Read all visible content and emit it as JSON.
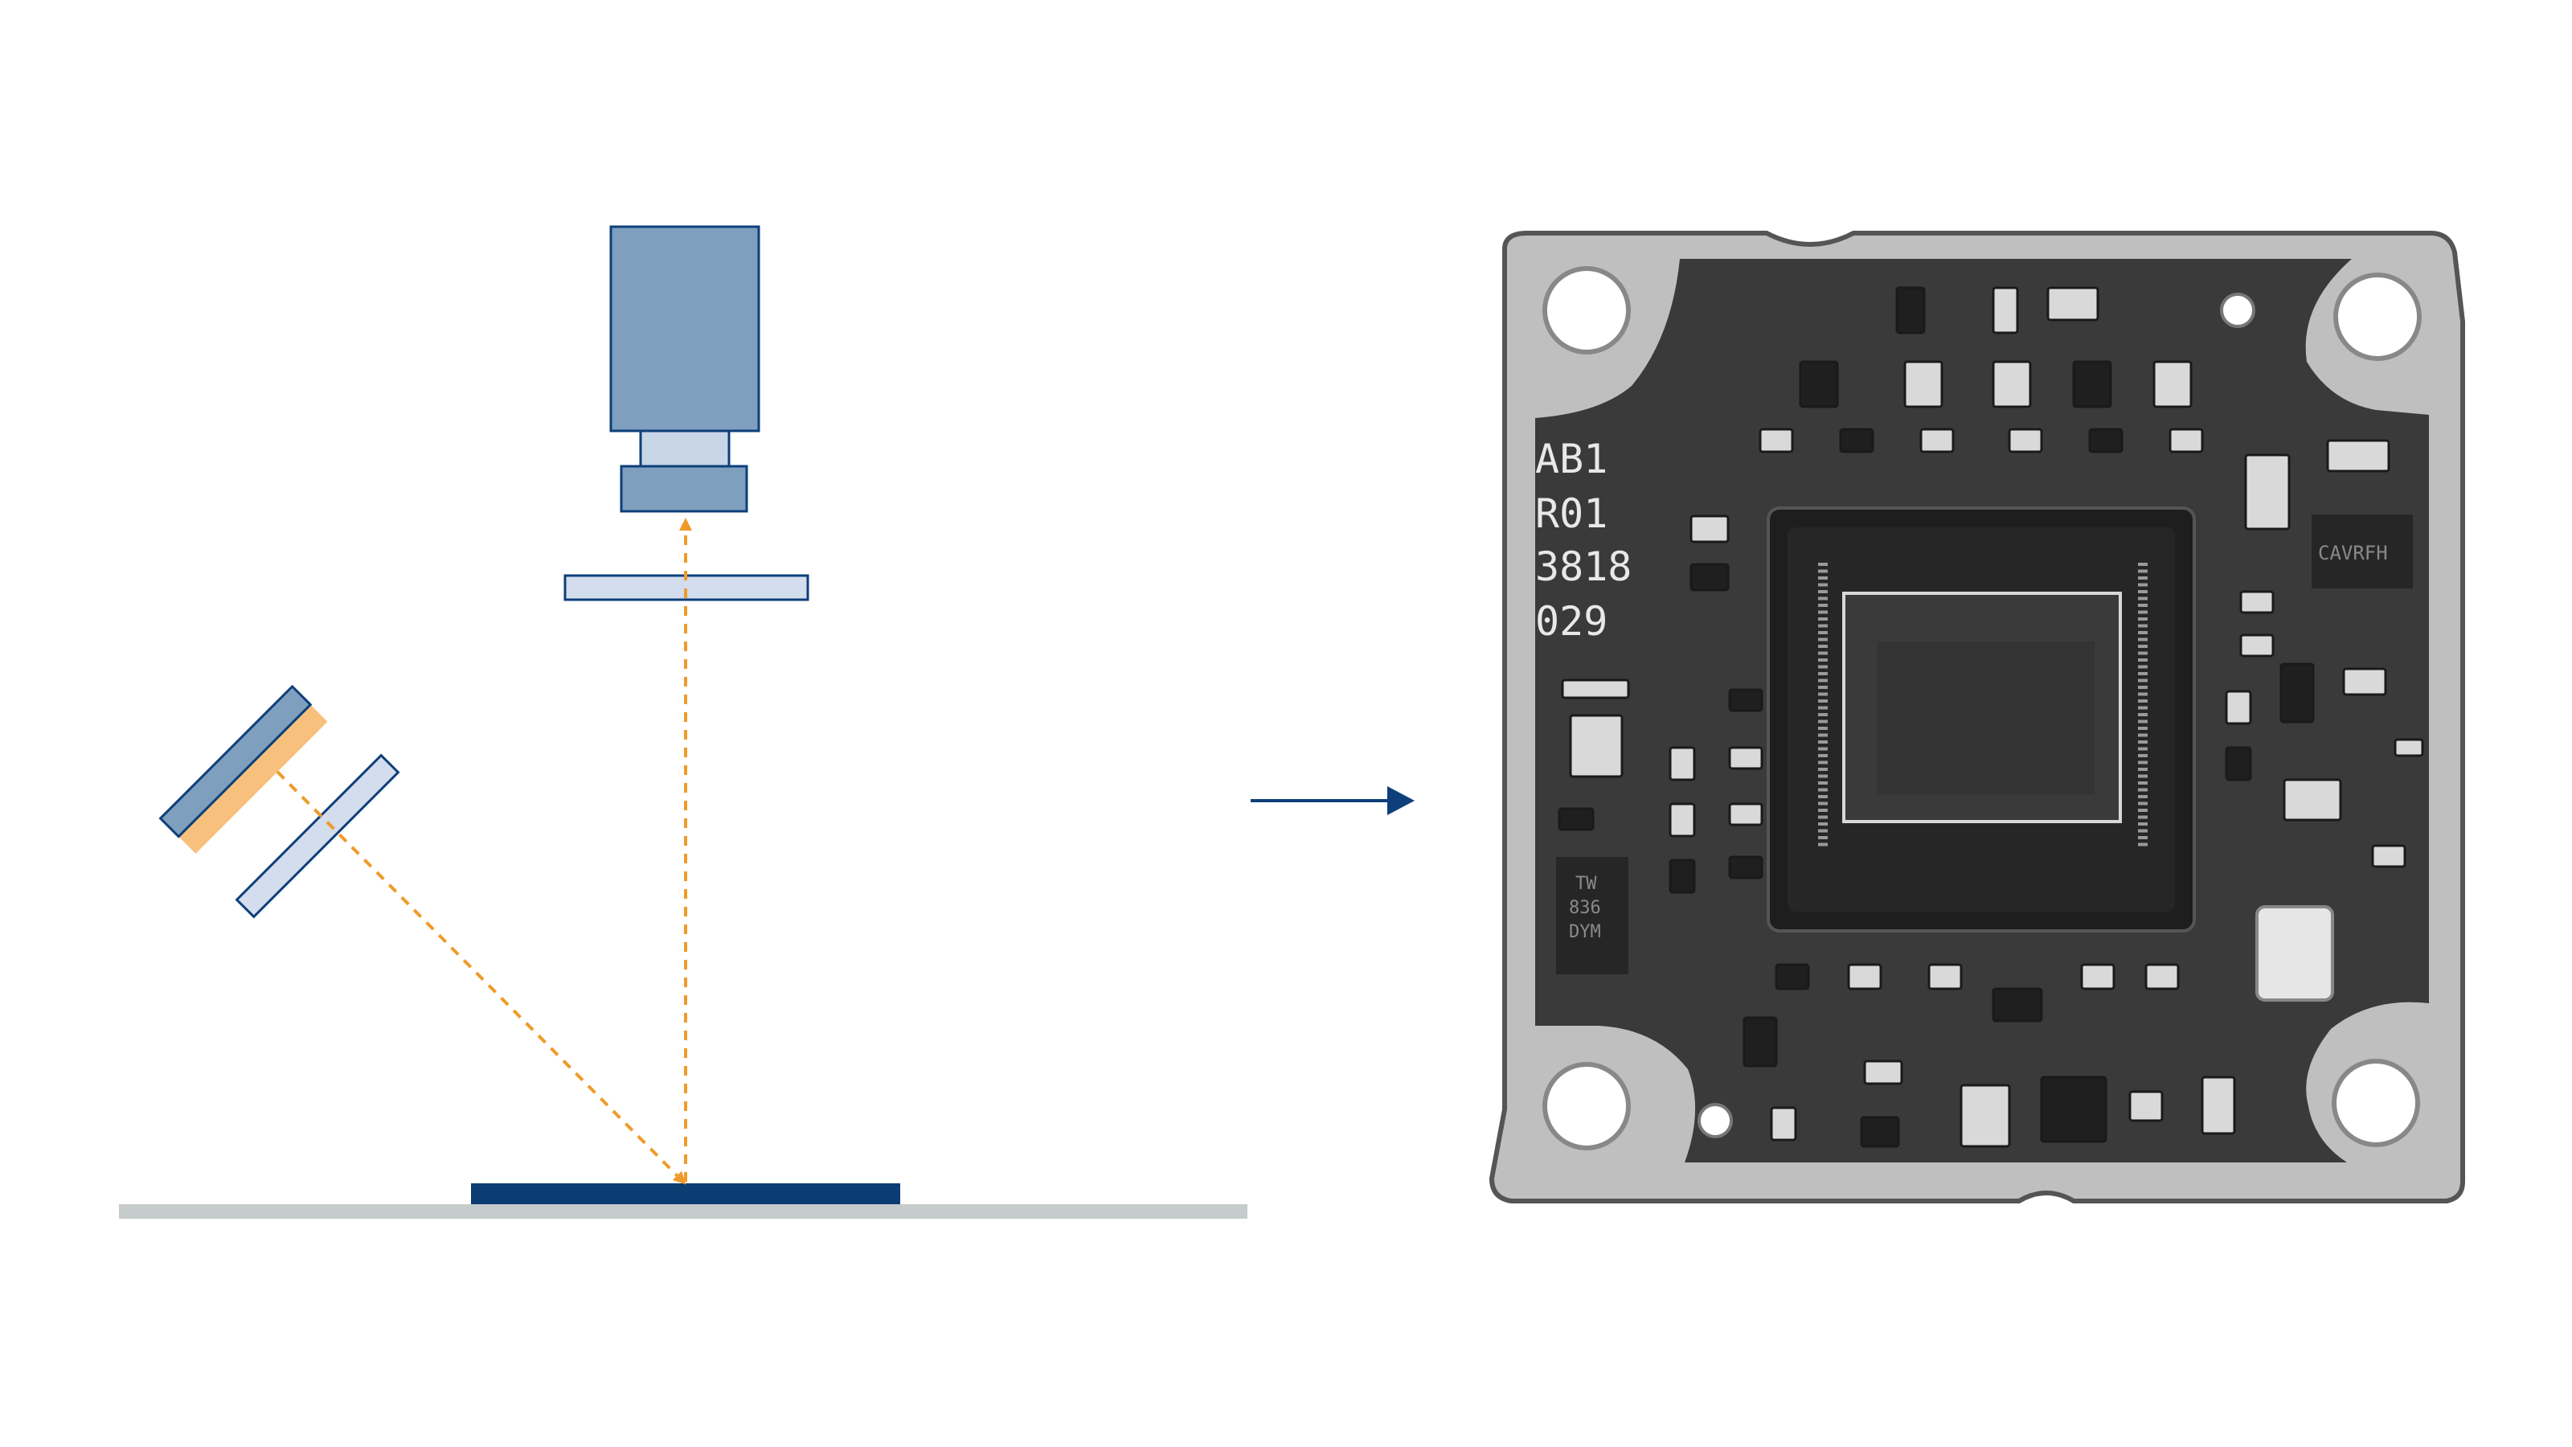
{
  "colors": {
    "camera_body": "#7f9fbf",
    "camera_neck": "#c8d6e6",
    "camera_outline": "#0d3f7a",
    "filter_fill": "#d3dded",
    "light_source_fill": "#7f9fbf",
    "light_glow": "#f7c07d",
    "light_ray": "#ef9b2a",
    "sample_plate": "#0b3c72",
    "ground": "#c6cbcc",
    "arrow": "#0d3f7a",
    "pcb_board": "#3a3a3a",
    "pcb_frame": "#cfcfcf"
  },
  "icons": {
    "camera": "camera-icon",
    "light_source": "light-source-icon",
    "arrow": "arrow-right-icon",
    "sensor": "image-sensor-icon"
  },
  "pcb": {
    "silkscreen": [
      "AB1",
      "R01",
      "3818",
      "029"
    ],
    "chip_left_marking": [
      "TW",
      "836",
      "DYM"
    ],
    "chip_right_marking": "CAVRFH"
  }
}
